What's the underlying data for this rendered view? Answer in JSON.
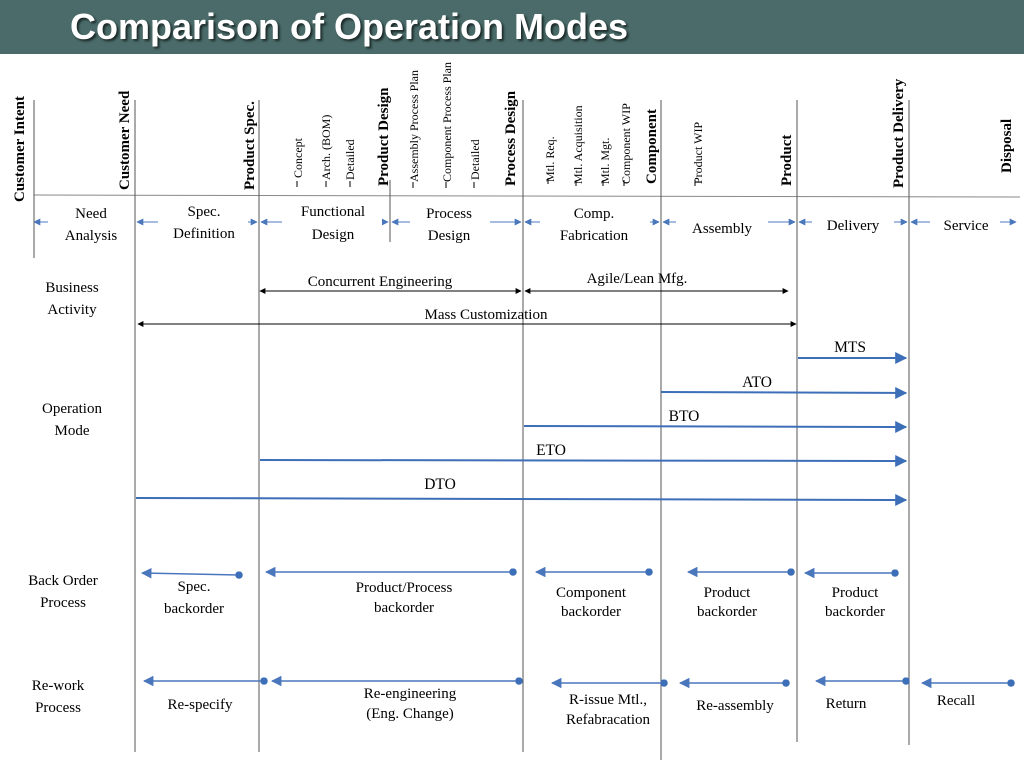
{
  "slide": {
    "title": "Comparison of Operation Modes"
  },
  "milestones": {
    "customer_intent": "Customer Intent",
    "customer_need": "Customer Need",
    "product_spec": "Product Spec.",
    "product_design": "Product Design",
    "process_design": "Process Design",
    "component": "Component",
    "product": "Product",
    "product_delivery": "Product Delivery",
    "disposal": "Disposal"
  },
  "sub_milestones": {
    "concept": "Concept",
    "arch_bom": "Arch. (BOM)",
    "detailed_1": "Detailed",
    "assembly_process_plan": "Assembly Process Plan",
    "component_process_plan": "Component Process Plan",
    "detailed_2": "Detailed",
    "mtl_req": "Mtl. Req.",
    "mtl_acquisition": "Mtl. Acquisition",
    "mtl_mgt": "Mtl. Mgt.",
    "component_wip": "Component WIP",
    "product_wip": "Product WIP"
  },
  "phases": {
    "need_analysis": [
      "Need",
      "Analysis"
    ],
    "spec_definition": [
      "Spec.",
      "Definition"
    ],
    "functional_design": [
      "Functional",
      "Design"
    ],
    "process_design": [
      "Process",
      "Design"
    ],
    "comp_fabrication": [
      "Comp.",
      "Fabrication"
    ],
    "assembly": "Assembly",
    "delivery": "Delivery",
    "service": "Service"
  },
  "rows": {
    "business_activity": [
      "Business",
      "Activity"
    ],
    "operation_mode": [
      "Operation",
      "Mode"
    ],
    "back_order": [
      "Back Order",
      "Process"
    ],
    "rework": [
      "Re-work",
      "Process"
    ]
  },
  "business": {
    "concurrent_engineering": "Concurrent Engineering",
    "agile_lean": "Agile/Lean Mfg.",
    "mass_customization": "Mass Customization"
  },
  "modes": {
    "mts": "MTS",
    "ato": "ATO",
    "bto": "BTO",
    "eto": "ETO",
    "dto": "DTO"
  },
  "backorders": {
    "spec": [
      "Spec.",
      "backorder"
    ],
    "product_process": [
      "Product/Process",
      "backorder"
    ],
    "component": [
      "Component",
      "backorder"
    ],
    "product_1": [
      "Product",
      "backorder"
    ],
    "product_2": [
      "Product",
      "backorder"
    ]
  },
  "rework": {
    "respecify": "Re-specify",
    "reengineering": [
      "Re-engineering",
      "(Eng. Change)"
    ],
    "reissue": [
      "R-issue Mtl.,",
      "Refabracation"
    ],
    "reassembly": "Re-assembly",
    "return": "Return",
    "recall": "Recall"
  }
}
